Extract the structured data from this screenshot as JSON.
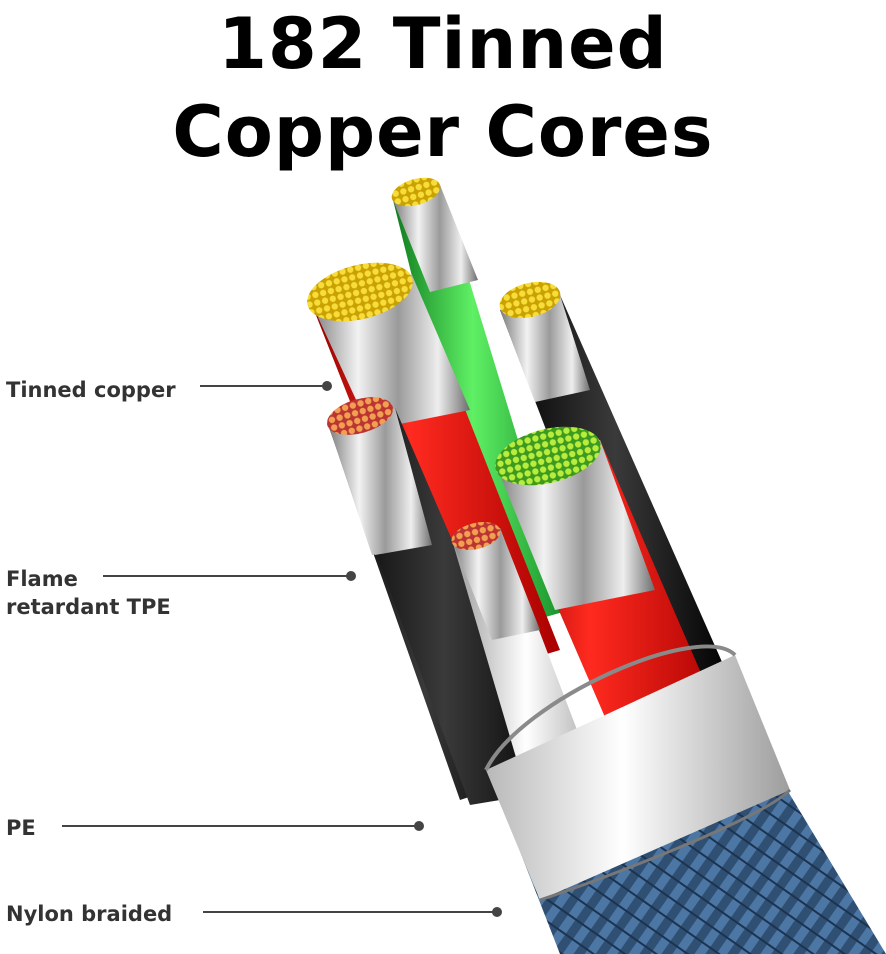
{
  "title": {
    "line1": "182 Tinned",
    "line2": "Copper Cores"
  },
  "labels": [
    {
      "text": "Tinned copper"
    },
    {
      "text": "Flame"
    },
    {
      "text": "retardant TPE"
    },
    {
      "text": "PE"
    },
    {
      "text": "Nylon braided"
    }
  ],
  "colors": {
    "wire_green": "#2ecc40",
    "wire_red": "#e0171b",
    "wire_black": "#111111",
    "wire_white": "#dcdcdc",
    "braid_blue": "#3b5f86",
    "strand_tin": "#f2d21b"
  }
}
